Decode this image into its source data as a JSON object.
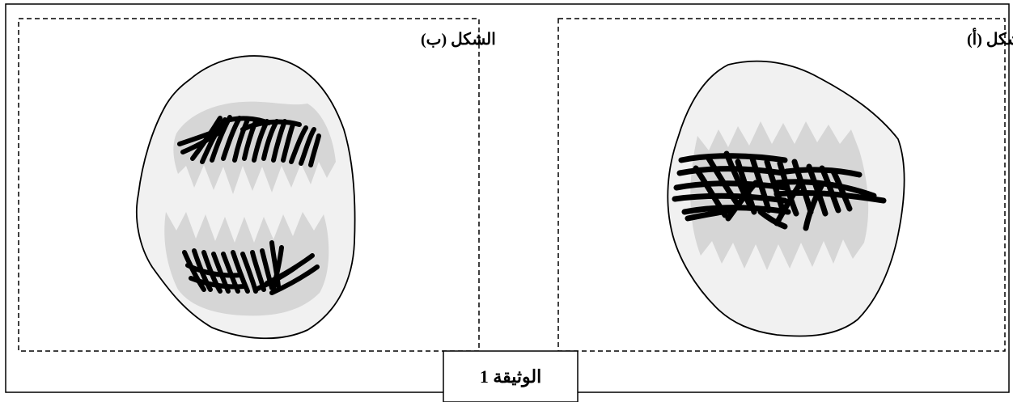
{
  "figure_b": {
    "label": "الشكل (ب)"
  },
  "figure_a": {
    "label": "الشكل (أ)"
  },
  "document": {
    "label": "الوثيقة 1"
  },
  "colors": {
    "cell_fill": "#f1f1f1",
    "spindle_fill": "#d6d6d6",
    "chromosome": "#000000",
    "border": "#000000"
  }
}
